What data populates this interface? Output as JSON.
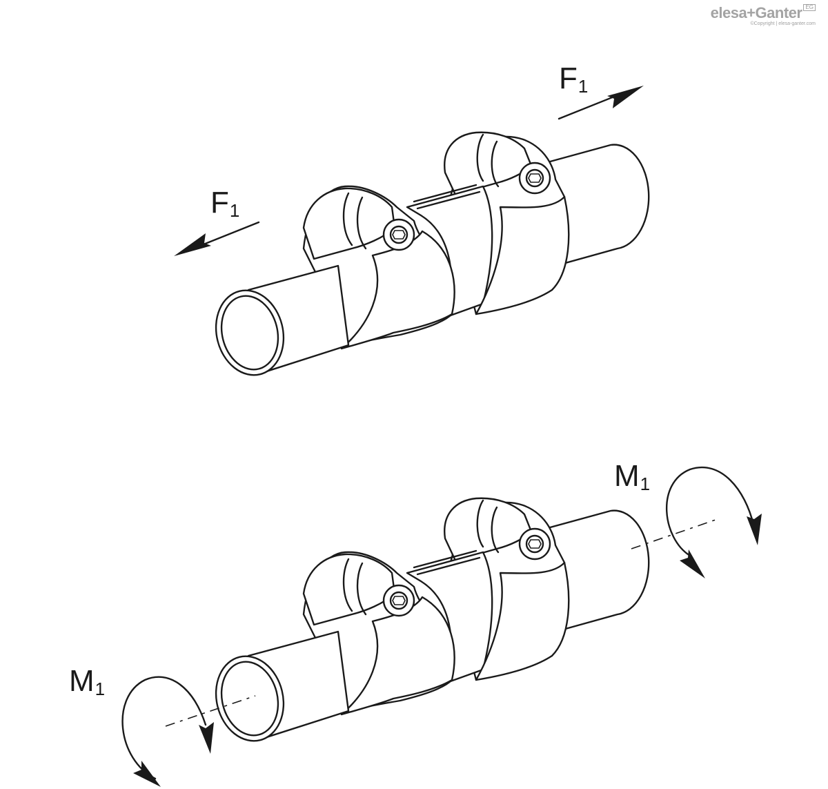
{
  "logo": {
    "brand": "elesa+Ganter",
    "badge": "EG",
    "copyright": "©Copyright | elesa-ganter.com"
  },
  "figures": [
    {
      "load": "axial force",
      "labels": {
        "left": {
          "main": "F",
          "sub": "1"
        },
        "right": {
          "main": "F",
          "sub": "1"
        }
      }
    },
    {
      "load": "torque",
      "labels": {
        "left": {
          "main": "M",
          "sub": "1"
        },
        "right": {
          "main": "M",
          "sub": "1"
        }
      }
    }
  ],
  "colors": {
    "ink": "#1a1a1a",
    "background": "#ffffff",
    "logo": "#a3a3a3"
  }
}
